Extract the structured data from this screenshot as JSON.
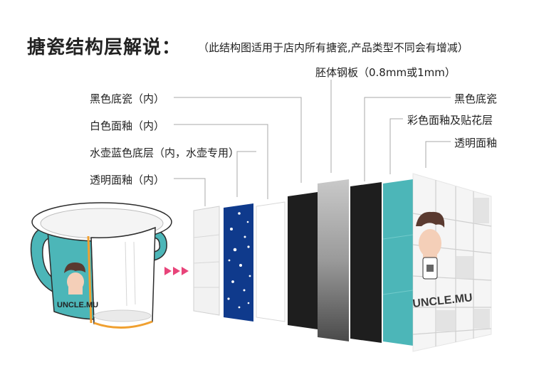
{
  "header": {
    "title": "搪瓷结构层解说：",
    "subtitle": "（此结构图适用于店内所有搪瓷,产品类型不同会有增减）"
  },
  "labels": {
    "black_base_inner": "黑色底瓷（内）",
    "white_glaze_inner": "白色面釉（内）",
    "blue_base_kettle": "水壶蓝色底层（内，水壶专用）",
    "clear_glaze_inner": "透明面釉（内）",
    "steel_body": "胚体钢板（0.8mm或1mm）",
    "black_base_outer": "黑色底瓷",
    "color_glaze_decal": "彩色面釉及贴花层",
    "clear_glaze_outer": "透明面釉"
  },
  "mug": {
    "brand_text": "UNCLE.MU"
  },
  "colors": {
    "teal": "#4cb6b8",
    "navy": "#0f3a8c",
    "black": "#1e1e1e",
    "gray_steel": "#9a9a9a",
    "arrow_pink": "#e8447a"
  }
}
